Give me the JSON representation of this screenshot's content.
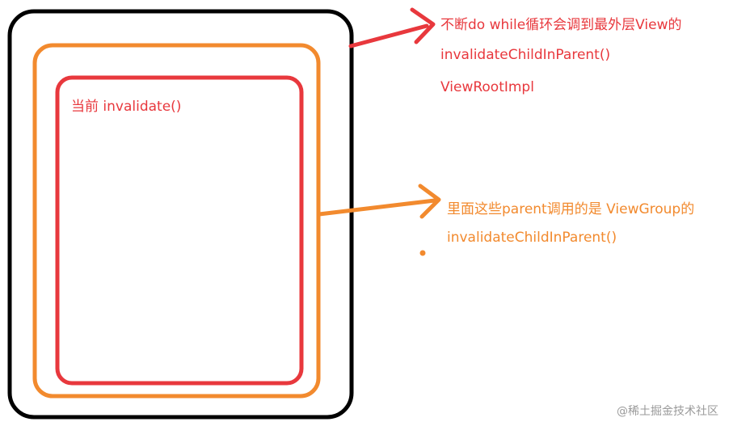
{
  "colors": {
    "outer_frame": "#000000",
    "middle_frame": "#f28a2e",
    "inner_frame": "#e8383d",
    "red_text": "#e8383d",
    "orange_text": "#f28a2e",
    "watermark": "#9a9a9a"
  },
  "inner_label": "当前  invalidate()",
  "top_annotation": {
    "line1": "不断do while循环会调到最外层View的",
    "line2": "invalidateChildInParent()",
    "line3": "ViewRootImpl"
  },
  "middle_annotation": {
    "line1": "里面这些parent调用的是 ViewGroup的",
    "line2": "invalidateChildInParent()"
  },
  "watermark": "@稀土掘金技术社区"
}
